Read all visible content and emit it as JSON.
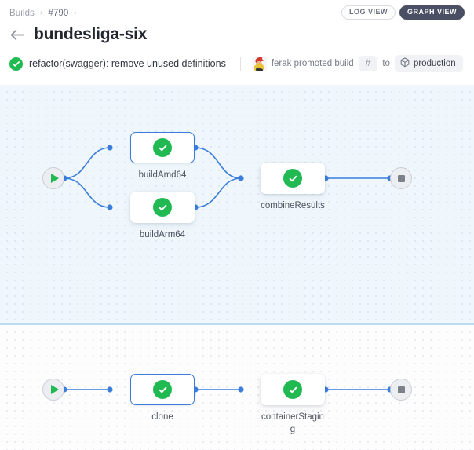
{
  "header": {
    "breadcrumb": [
      {
        "label": "Builds",
        "type": "link"
      },
      {
        "label": "#790",
        "type": "current"
      }
    ],
    "breadcrumb_separator": "›",
    "view_toggle": {
      "log_view_label": "LOG VIEW",
      "graph_view_label": "GRAPH VIEW",
      "active": "GRAPH VIEW"
    },
    "back_arrow_glyph": "←",
    "title": "bundesliga-six",
    "status": {
      "icon": "check-circle-icon",
      "color": "#21ba52",
      "commit_message": "refactor(swagger): remove unused definitions"
    },
    "promotion": {
      "avatar_name": "ferak-avatar",
      "text": "ferak promoted build",
      "build_hash": "#",
      "connector": "to",
      "environment_icon": "cube-icon",
      "environment": "production"
    }
  },
  "graph": {
    "panes": [
      {
        "name": "top-pipeline",
        "background": "#eff7fc"
      },
      {
        "name": "bottom-pipeline",
        "background": "#fdfdfe"
      }
    ],
    "divider_color": "#b9dcf2",
    "edge_color": "#3b7ddd",
    "node_status_color": "#21ba52",
    "selected_border_color": "#3b7ddd",
    "top_pipeline": {
      "start_node": {
        "name": "start",
        "icon": "play-icon"
      },
      "end_node": {
        "name": "end",
        "icon": "stop-icon"
      },
      "nodes": [
        {
          "label": "buildAmd64",
          "status": "success",
          "selected": true
        },
        {
          "label": "buildArm64",
          "status": "success",
          "selected": false
        },
        {
          "label": "combineResults",
          "status": "success",
          "selected": false
        }
      ]
    },
    "bottom_pipeline": {
      "start_node": {
        "name": "start",
        "icon": "play-icon"
      },
      "end_node": {
        "name": "end",
        "icon": "stop-icon"
      },
      "nodes": [
        {
          "label": "clone",
          "status": "success",
          "selected": true
        },
        {
          "label": "containerStaging",
          "status": "success",
          "selected": false
        }
      ]
    }
  }
}
